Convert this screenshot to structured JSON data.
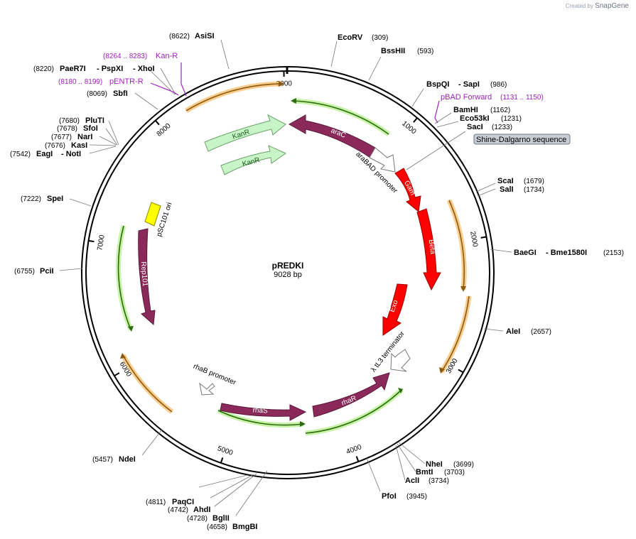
{
  "plasmid": {
    "name": "pREDKI",
    "length_label": "9028 bp",
    "length": 9028
  },
  "watermark": {
    "prefix": "Created by",
    "brand": "SnapGene"
  },
  "ticks": [
    "1000",
    "2000",
    "3000",
    "4000",
    "5000",
    "6000",
    "7000",
    "8000",
    "9000"
  ],
  "sites": [
    {
      "name": "AsiSI",
      "pos": "(8622)",
      "bp": 8622
    },
    {
      "name": "EcoRV",
      "pos": "(309)",
      "bp": 309
    },
    {
      "name": "BssHII",
      "pos": "(593)",
      "bp": 593
    },
    {
      "name": "BspQI",
      "pos": "",
      "bp": 986
    },
    {
      "name": "- SapI",
      "pos": "(986)",
      "bp": 986
    },
    {
      "name": "BamHI",
      "pos": "(1162)",
      "bp": 1162
    },
    {
      "name": "Eco53kI",
      "pos": "(1231)",
      "bp": 1231
    },
    {
      "name": "SacI",
      "pos": "(1233)",
      "bp": 1233
    },
    {
      "name": "ScaI",
      "pos": "(1679)",
      "bp": 1679
    },
    {
      "name": "SalI",
      "pos": "(1734)",
      "bp": 1734
    },
    {
      "name": "BaeGI",
      "pos": "",
      "bp": 2153
    },
    {
      "name": "- Bme1580I",
      "pos": "(2153)",
      "bp": 2153
    },
    {
      "name": "AleI",
      "pos": "(2657)",
      "bp": 2657
    },
    {
      "name": "NheI",
      "pos": "(3699)",
      "bp": 3699
    },
    {
      "name": "BmtI",
      "pos": "(3703)",
      "bp": 3703
    },
    {
      "name": "AclI",
      "pos": "(3734)",
      "bp": 3734
    },
    {
      "name": "PfoI",
      "pos": "(3945)",
      "bp": 3945
    },
    {
      "name": "BmgBI",
      "pos": "(4658)",
      "bp": 4658
    },
    {
      "name": "BglII",
      "pos": "(4728)",
      "bp": 4728
    },
    {
      "name": "AhdI",
      "pos": "(4742)",
      "bp": 4742
    },
    {
      "name": "PaqCI",
      "pos": "(4811)",
      "bp": 4811
    },
    {
      "name": "NdeI",
      "pos": "(5457)",
      "bp": 5457
    },
    {
      "name": "PciI",
      "pos": "(6755)",
      "bp": 6755
    },
    {
      "name": "SpeI",
      "pos": "(7222)",
      "bp": 7222
    },
    {
      "name": "EagI",
      "pos": "(7542)",
      "bp": 7542
    },
    {
      "name": "- NotI",
      "pos": "",
      "bp": 7542
    },
    {
      "name": "KasI",
      "pos": "(7676)",
      "bp": 7676
    },
    {
      "name": "NarI",
      "pos": "(7677)",
      "bp": 7677
    },
    {
      "name": "SfoI",
      "pos": "(7678)",
      "bp": 7678
    },
    {
      "name": "PluTI",
      "pos": "(7680)",
      "bp": 7680
    },
    {
      "name": "SbfI",
      "pos": "(8069)",
      "bp": 8069
    },
    {
      "name": "PaeR7I",
      "pos": "(8220)",
      "bp": 8220
    },
    {
      "name": "- PspXI",
      "pos": "",
      "bp": 8220
    },
    {
      "name": "- XhoI",
      "pos": "",
      "bp": 8220
    }
  ],
  "primers": [
    {
      "name": "Kan-R",
      "pos": "(8264 .. 8283)"
    },
    {
      "name": "pENTR-R",
      "pos": "(8180 .. 8199)"
    },
    {
      "name": "pBAD Forward",
      "pos": "(1131 .. 1150)"
    }
  ],
  "features": [
    {
      "name": "KanR",
      "color": "#c8f5c8"
    },
    {
      "name": "KanR",
      "color": "#c8f5c8"
    },
    {
      "name": "araC",
      "color": "#8b2a5a"
    },
    {
      "name": "araBAD promoter",
      "color": "#ffffff"
    },
    {
      "name": "Gam",
      "color": "#ff0000"
    },
    {
      "name": "Beta",
      "color": "#ff0000"
    },
    {
      "name": "Exo",
      "color": "#ff0000"
    },
    {
      "name": "λ tL3 terminator",
      "color": "#ffffff"
    },
    {
      "name": "rhaR",
      "color": "#8b2a5a"
    },
    {
      "name": "rhaS",
      "color": "#8b2a5a"
    },
    {
      "name": "rhaB promoter",
      "color": "#ffffff"
    },
    {
      "name": "Rep101",
      "color": "#8b2a5a"
    },
    {
      "name": "pSC101 ori",
      "color": "#ffff00"
    }
  ],
  "highlight_label": "Shine-Dalgarno sequence"
}
